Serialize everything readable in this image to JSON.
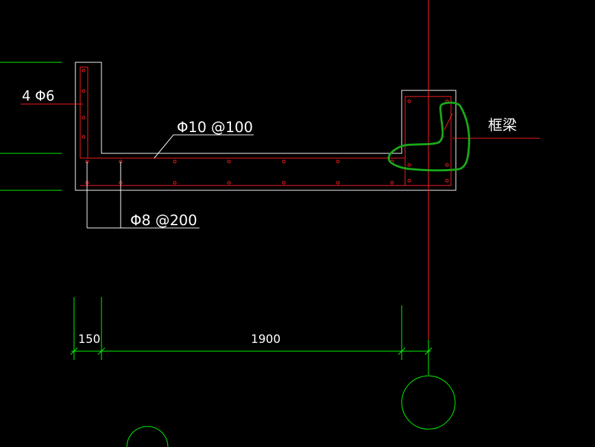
{
  "annotations": {
    "corner_rebar": "4 Φ6",
    "top_rebar": "Φ10 @100",
    "bottom_rebar": "Φ8 @200",
    "frame_beam": "框梁"
  },
  "dimensions": {
    "left": "150",
    "main": "1900"
  },
  "colors": {
    "background": "#000000",
    "outline": "#ffffff",
    "rebar": "#ff1e1e",
    "dimension": "#00ff00",
    "highlight": "#1aa81a"
  }
}
